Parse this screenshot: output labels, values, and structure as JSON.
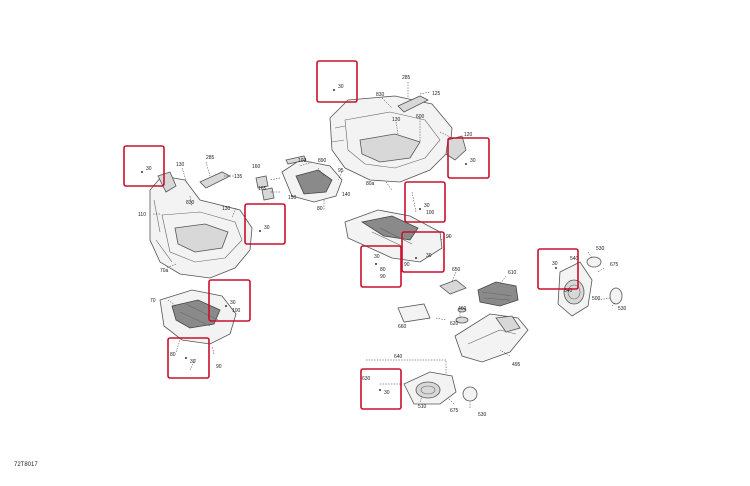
{
  "figure_id": "72T8017",
  "callouts": [
    "285",
    "125",
    "830",
    "130",
    "600",
    "120",
    "30",
    "160",
    "103",
    "890",
    "95",
    "165",
    "140",
    "150",
    "80",
    "130",
    "110",
    "70",
    "70a",
    "80a",
    "90",
    "100",
    "600",
    "30",
    "99",
    "80",
    "90",
    "30",
    "650",
    "610",
    "460",
    "660",
    "620",
    "495",
    "30",
    "540",
    "675",
    "530",
    "500",
    "510",
    "640",
    "630",
    "540",
    "675",
    "530",
    "285",
    "130",
    "135"
  ],
  "highlight_boxes": [
    {
      "label": "30"
    },
    {
      "label": "30"
    },
    {
      "label": "30"
    },
    {
      "label": "30"
    },
    {
      "label": "30",
      "sub": "100"
    },
    {
      "label": "30",
      "sub": "100"
    },
    {
      "label": "30",
      "sub": "80"
    },
    {
      "label": "30",
      "sub": "80"
    },
    {
      "label": "30",
      "sub": "90"
    },
    {
      "label": "30"
    },
    {
      "label": "30"
    },
    {
      "label": "30"
    }
  ]
}
